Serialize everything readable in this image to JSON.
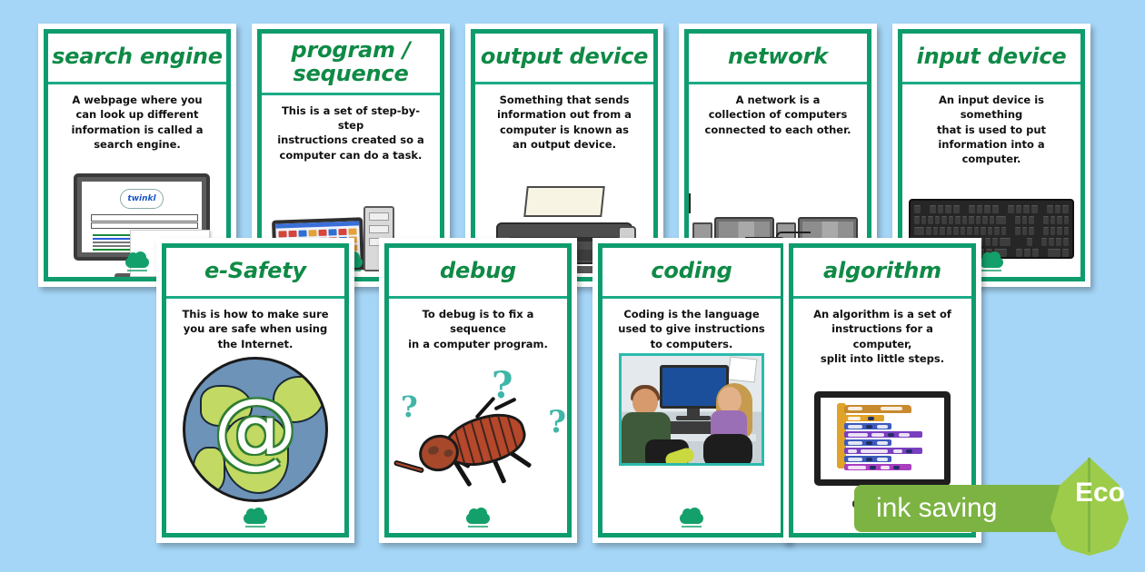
{
  "page": {
    "background_color": "#a5d6f7",
    "accent_green": "#0e9c6e",
    "title_green": "#0f8a46"
  },
  "cards": [
    {
      "id": "search-engine",
      "title": "search engine",
      "description": "A webpage where you\ncan look up different\ninformation is called a\nsearch engine.",
      "image_name": "computer-monitor-twinkl-search-results",
      "image_caption": "twinkl"
    },
    {
      "id": "program-sequence",
      "title": "program /\nsequence",
      "description": "This is a set of step-by-step\ninstructions created so a\ncomputer can do a task.",
      "image_name": "child-using-desktop-computer"
    },
    {
      "id": "output-device",
      "title": "output device",
      "description": "Something that sends\ninformation out from a\ncomputer is known as\nan output device.",
      "image_name": "printer"
    },
    {
      "id": "network",
      "title": "network",
      "description": "A network is a\ncollection of computers\nconnected to each other.",
      "image_name": "two-computers-connected-by-router"
    },
    {
      "id": "input-device",
      "title": "input device",
      "description": "An input device is something\nthat is used to put\ninformation into a computer.",
      "image_name": "black-keyboard"
    },
    {
      "id": "e-safety",
      "title": "e-Safety",
      "description": "This is how to make sure\nyou are safe when using\nthe Internet.",
      "image_name": "globe-with-at-symbol",
      "image_caption": "@"
    },
    {
      "id": "debug",
      "title": "debug",
      "description": "To debug is to fix a sequence\nin a computer program.",
      "image_name": "beetle-bug-with-question-marks",
      "image_caption": "?"
    },
    {
      "id": "coding",
      "title": "coding",
      "description": "Coding is the language\nused to give instructions\nto computers.",
      "image_name": "two-children-at-a-computer"
    },
    {
      "id": "algorithm",
      "title": "algorithm",
      "description": "An algorithm is a set of\ninstructions for a computer,\nsplit into little steps.",
      "image_name": "monitor-showing-scratch-code-blocks"
    }
  ],
  "badge": {
    "label": "ink saving",
    "eco_label": "Eco",
    "bar_color": "#7cb342",
    "leaf_color": "#9ccc49"
  },
  "watermark": {
    "name": "twinkl-logo"
  }
}
